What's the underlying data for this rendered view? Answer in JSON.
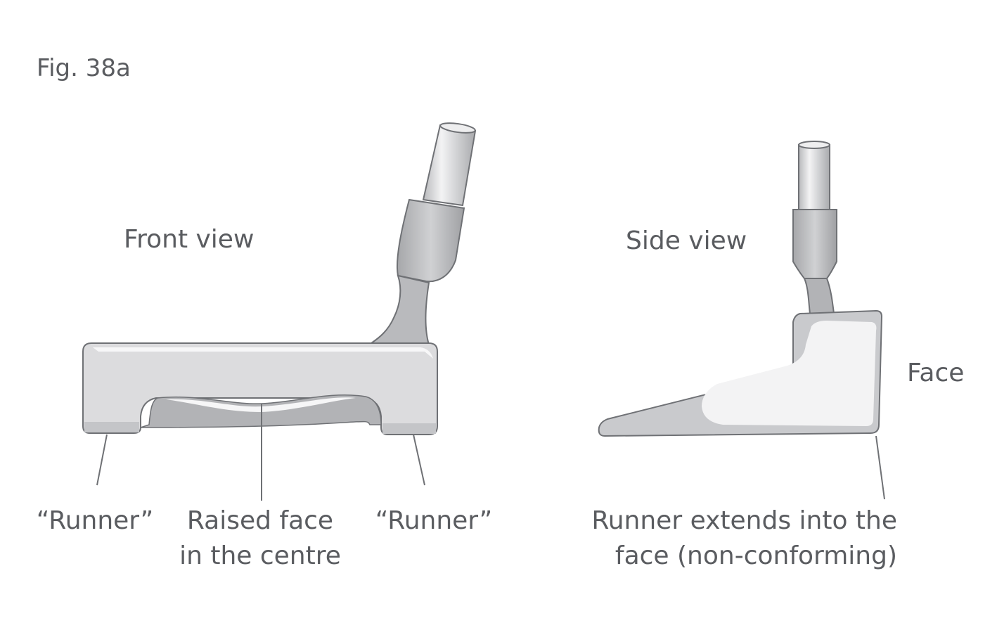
{
  "figure": {
    "number": "Fig. 38a"
  },
  "front_view": {
    "title": "Front view",
    "labels": {
      "runner_left": "“Runner”",
      "raised_face_line1": "Raised face",
      "raised_face_line2": "in the centre",
      "runner_right": "“Runner”"
    }
  },
  "side_view": {
    "title": "Side view",
    "labels": {
      "face": "Face",
      "runner_line1": "Runner extends into the",
      "runner_line2": "face (non-conforming)"
    }
  },
  "colors": {
    "text": "#5a5c60",
    "outline": "#6f7175",
    "metal_light": "#dcdcde",
    "metal_mid": "#bdbdc0",
    "metal_dark": "#a7a8ab",
    "highlight": "#f7f7f8"
  }
}
